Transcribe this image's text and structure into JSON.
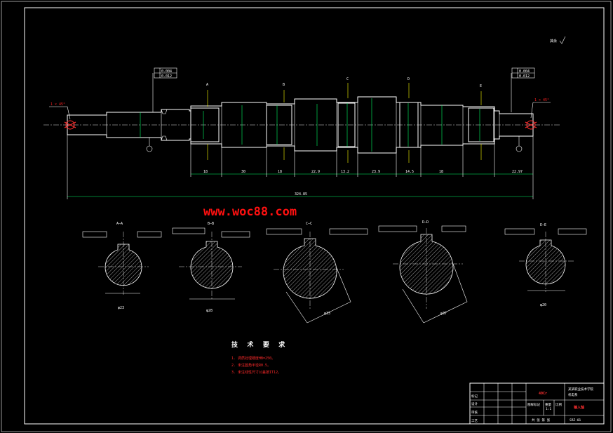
{
  "watermark": {
    "text": "www.woc88.com",
    "color": "#ff1010"
  },
  "colors": {
    "background": "#000000",
    "lines": "#ffffff",
    "dimensions": "#00ff66",
    "annotations": "#ff2020"
  },
  "roughness_top_right": "其余",
  "shaft": {
    "chamfer_left": "1 × 45°",
    "chamfer_right": "1 × 45°",
    "tolerance_left": [
      "0.004",
      "0.012"
    ],
    "tolerance_right": [
      "0.004",
      "0.012"
    ],
    "datum_marks": [
      "A",
      "B",
      "C",
      "D",
      "E"
    ],
    "dimensions": [
      "18",
      "30",
      "18",
      "22.9",
      "13.2",
      "23.9",
      "14.5",
      "18",
      "22.97"
    ],
    "overall_length": "324.85"
  },
  "sections": [
    {
      "label": "A—A",
      "diameter": "φ23"
    },
    {
      "label": "B—B",
      "diameter": "φ28"
    },
    {
      "label": "C—C",
      "diameter": "φ33"
    },
    {
      "label": "D—D",
      "diameter": "φ37"
    },
    {
      "label": "E—E",
      "diameter": "φ20"
    }
  ],
  "tech_requirements": {
    "title": "技 术 要 求",
    "items": [
      "1. 调质处理硬度HB=250。",
      "2. 未注圆角半径R0.5。",
      "3. 未注线性尺寸公差按IT12。"
    ]
  },
  "title_block": {
    "material": "40Cr",
    "school": "某某职业技术学院",
    "department": "机电系",
    "part_name": "输入轴",
    "scale": "1:1",
    "drawing_no": "SRZ-01",
    "row_labels": [
      "标记",
      "设计",
      "审核",
      "工艺"
    ],
    "col_labels": [
      "图样标记",
      "重量",
      "比例"
    ],
    "sheet": "共 张 第 张"
  }
}
